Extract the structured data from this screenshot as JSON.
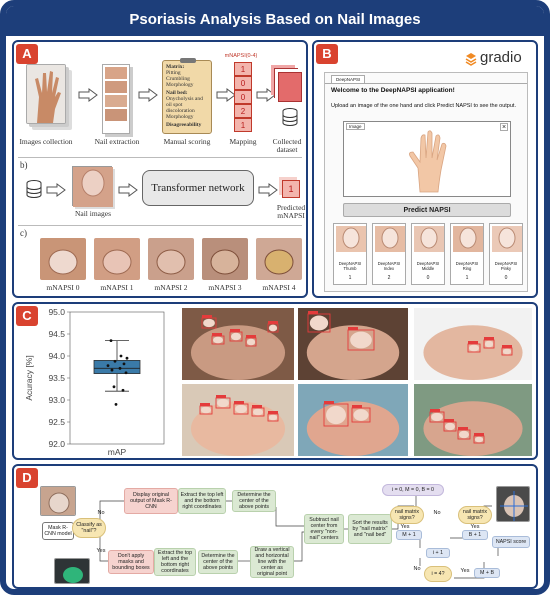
{
  "title": "Psoriasis Analysis Based on Nail Images",
  "panels": {
    "a": {
      "badge": "A",
      "steps": [
        "Images collection",
        "Nail extraction",
        "Manual scoring",
        "Mapping",
        "Collected dataset"
      ],
      "napsi_header": "mNAPSI(0-4)",
      "napsi_values": [
        "1",
        "0",
        "0",
        "2",
        "1"
      ],
      "matrix_title": "Matrix:",
      "matrix_items": [
        "Pitting",
        "Crumbling",
        "Morphology"
      ],
      "nailbed_title": "Nail bed:",
      "nailbed_items": [
        "Onycholysis and oil spot discoloration",
        "Morphology"
      ],
      "disagreeability": "Disagreeability",
      "sub_b": "b)",
      "b_nail_label": "Nail images",
      "transformer": "Transformer network",
      "predicted_value": "1",
      "predicted_label": "Predicted mNAPSI",
      "sub_c": "c)",
      "c_labels": [
        "mNAPSI 0",
        "mNAPSI 1",
        "mNAPSI 2",
        "mNAPSI 3",
        "mNAPSI 4"
      ]
    },
    "b": {
      "badge": "B",
      "brand": "gradio",
      "tab": "DeepNAPSI",
      "welcome": "Welcome to the DeepNAPSI application!",
      "instructions": "Upload an image of the one hand and click Predict NAPSI to see the output.",
      "image_label": "Image",
      "close": "×",
      "predict_button": "Predict NAPSI",
      "fingers": [
        {
          "name": "DeepNAPSI Thumb",
          "score": "1"
        },
        {
          "name": "DeepNAPSI Index",
          "score": "2"
        },
        {
          "name": "DeepNAPSI Middle",
          "score": "0"
        },
        {
          "name": "DeepNAPSI Ring",
          "score": "1"
        },
        {
          "name": "DeepNAPSI Pinky",
          "score": "0"
        }
      ]
    },
    "c": {
      "badge": "C"
    },
    "d": {
      "badge": "D",
      "mask_model": "Mask R-CNN model",
      "classify": "Classify as \"nail\"?",
      "no": "No",
      "yes": "Yes",
      "display_output": "Display original output of Mask R-CNN",
      "dont_apply": "Don't apply masks and bounding boxes",
      "extract1": "Extract the top left and the bottom right coordinates",
      "extract2": "Extract the top left and the bottom right coordinates",
      "center1": "Determine the center of the above points",
      "center2": "Determine the center of the above points",
      "draw_lines": "Draw a vertical and horizontal line with the center as original point",
      "subtract": "Subtract nail center from every \"non-nail\" centers",
      "sort": "Sort the results by \"nail matrix\" and \"nail bed\"",
      "init": "i = 0, M = 0, B = 0",
      "matrix_q1": "nail matrix signs?",
      "matrix_q2": "nail matrix signs?",
      "m_inc": "M + 1",
      "b_inc": "B + 1",
      "i_inc": "i + 1",
      "i_check": "i = 4?",
      "m_plus_b": "M + B",
      "napsi_score": "NAPSI score"
    }
  },
  "chart_data": {
    "type": "box",
    "categories": [
      "mAP"
    ],
    "ylabel": "Acuracy [%]",
    "ylim": [
      92.0,
      95.0
    ],
    "yticks": [
      92.0,
      92.5,
      93.0,
      93.5,
      94.0,
      94.5,
      95.0
    ],
    "box": {
      "whisker_low": 93.2,
      "q1": 93.6,
      "median": 93.72,
      "q3": 93.9,
      "whisker_high": 94.35
    },
    "points": [
      94.35,
      94.0,
      93.95,
      93.88,
      93.82,
      93.78,
      93.72,
      93.68,
      93.62,
      93.3,
      93.22,
      92.9
    ]
  },
  "colors": {
    "frame": "#1d3e7a",
    "badge": "#d9432f",
    "box_fill": "#3a7aa8",
    "gradio": "#f08a24",
    "detection": "#e43b3b"
  }
}
